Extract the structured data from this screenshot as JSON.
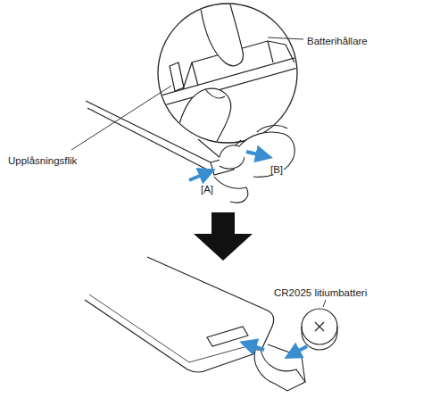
{
  "diagram": {
    "labels": [
      "Batterihållare",
      "Upplåsningsflik",
      "[B]",
      "[A]",
      "CR2025 litiumbatteri"
    ]
  }
}
